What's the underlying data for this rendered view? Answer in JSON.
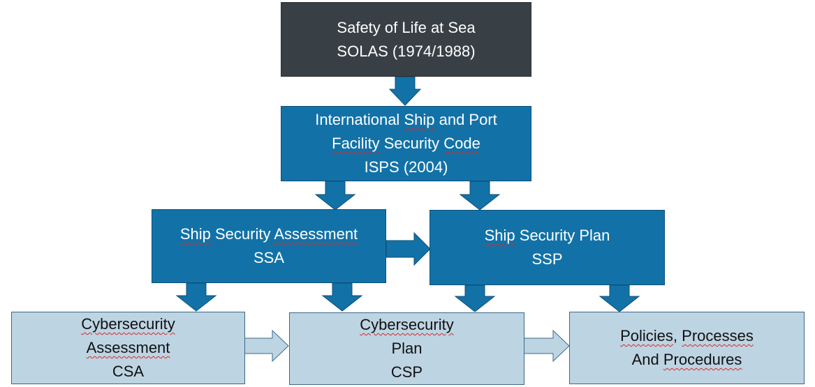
{
  "diagram": {
    "solas": {
      "line1": "Safety of Life at Sea",
      "line2": "SOLAS (1974/1988)"
    },
    "isps": {
      "line1_a": "International ",
      "line1_b": "Ship",
      "line1_c": " and Port",
      "line2_a": "Facility",
      "line2_b": " Security ",
      "line2_c": "Code",
      "line3": "ISPS (2004)"
    },
    "ssa": {
      "line1_a": "Ship",
      "line1_b": " Security ",
      "line1_c": "Assessment",
      "line2": "SSA"
    },
    "ssp": {
      "line1_a": "Ship",
      "line1_b": " Security Plan",
      "line2": "SSP"
    },
    "csa": {
      "line1": "Cybersecurity",
      "line2": "Assessment",
      "line3": "CSA"
    },
    "csp": {
      "line1": "Cybersecurity",
      "line2": "Plan",
      "line3": "CSP"
    },
    "policies": {
      "line1_a": "Policies",
      "line1_b": ", ",
      "line1_c": "Processes",
      "line2_a": "And ",
      "line2_b": "Procedures"
    }
  },
  "colors": {
    "dark_box": "#394045",
    "blue_box": "#1272a7",
    "light_box": "#bdd4e3",
    "arrow_fill": "#1272a7",
    "light_arrow_fill": "#bdd4e3"
  }
}
